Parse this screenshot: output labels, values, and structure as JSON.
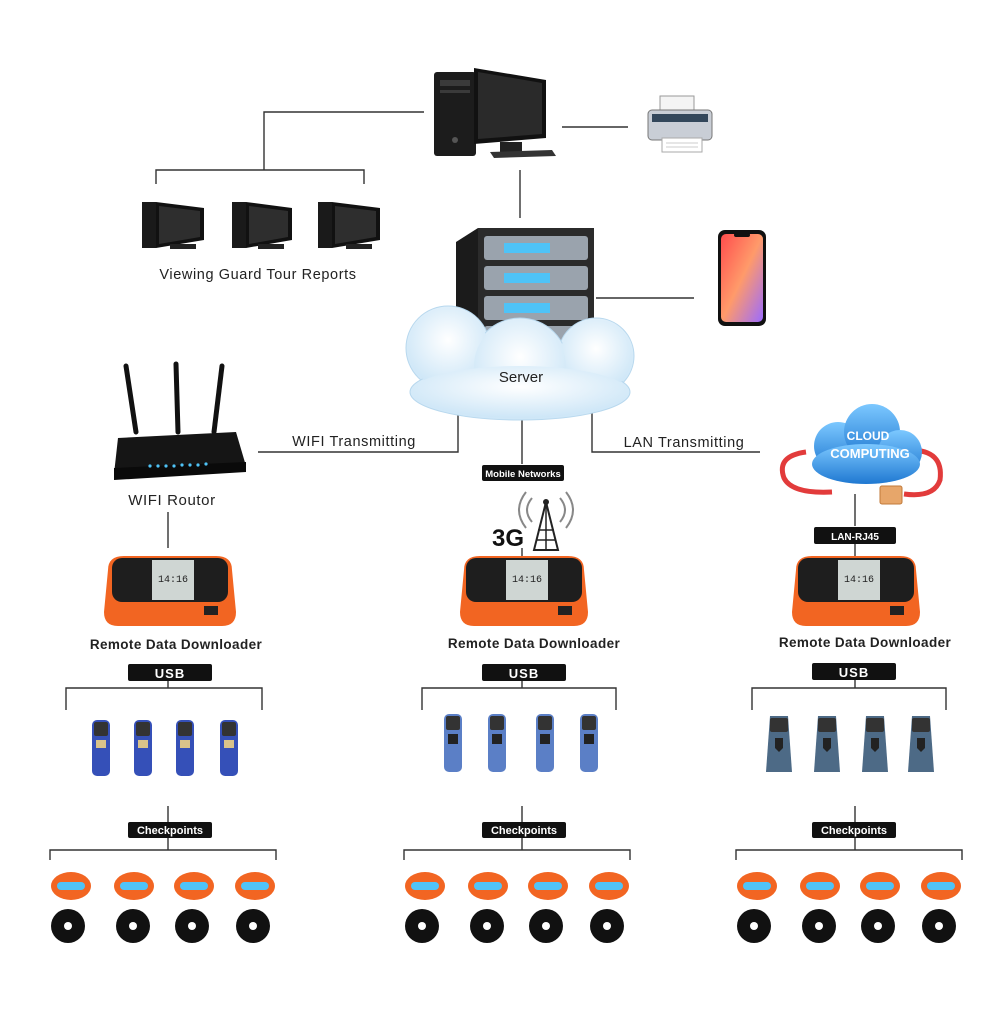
{
  "labels": {
    "viewing": "Viewing Guard Tour Reports",
    "server": "Server",
    "wifi_transmitting": "WIFI Transmitting",
    "lan_transmitting": "LAN Transmitting",
    "wifi_router": "WIFI Routor",
    "mobile_networks": "Mobile Networks",
    "net_3g": "3G",
    "lan_rj45": "LAN-RJ45",
    "cloud_line1": "CLOUD",
    "cloud_line2": "COMPUTING"
  },
  "columns": [
    {
      "downloader_label": "Remote Data Downloader",
      "usb_label": "USB",
      "checkpoints_label": "Checkpoints",
      "screen_time": "14:16",
      "reader_color": "#3550b8"
    },
    {
      "downloader_label": "Remote Data Downloader",
      "usb_label": "USB",
      "checkpoints_label": "Checkpoints",
      "screen_time": "14:16",
      "reader_color": "#5b7fc6"
    },
    {
      "downloader_label": "Remote Data Downloader",
      "usb_label": "USB",
      "checkpoints_label": "Checkpoints",
      "screen_time": "14:16",
      "reader_color": "#4d6a86"
    }
  ],
  "colors": {
    "accent_orange": "#f26522",
    "tag_black": "#111111",
    "cloud_blue": "#2f8fe0",
    "led_blue": "#4fc3f7"
  }
}
